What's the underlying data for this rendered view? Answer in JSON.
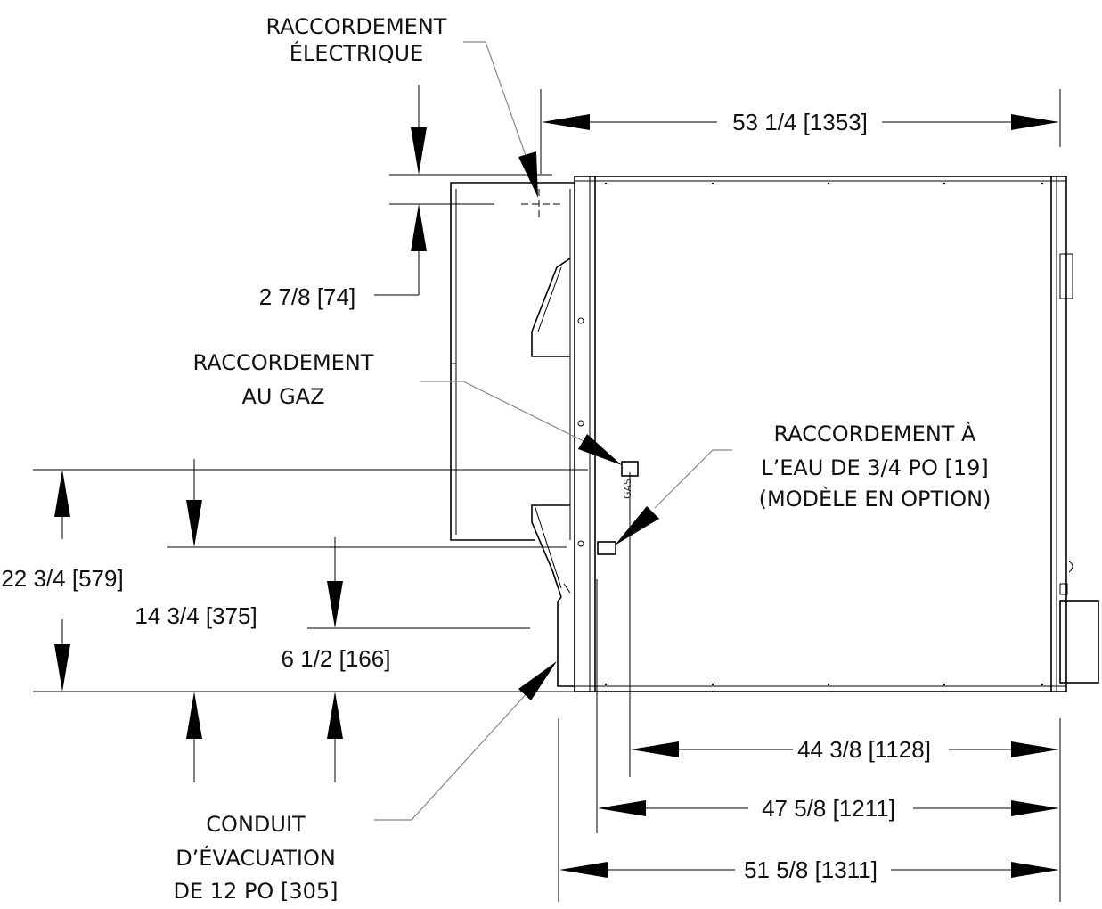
{
  "labels": {
    "electrical": [
      "RACCORDEMENT",
      "ÉLECTRIQUE"
    ],
    "gas": [
      "RACCORDEMENT",
      "AU GAZ"
    ],
    "water": [
      "RACCORDEMENT À",
      "L’EAU DE 3/4 PO [19]",
      "(MODÈLE EN OPTION)"
    ],
    "flue": [
      "CONDUIT",
      "D’ÉVACUATION",
      "DE 12 PO [305]"
    ],
    "gas_marking": "GAS"
  },
  "dimensions": {
    "overall_top": "53 1/4 [1353]",
    "electrical_offset": "2 7/8 [74]",
    "height_22": "22 3/4 [579]",
    "height_14": "14 3/4 [375]",
    "height_6": "6 1/2 [166]",
    "bottom_44": "44 3/8 [1128]",
    "bottom_47": "47 5/8 [1211]",
    "bottom_51": "51 5/8 [1311]"
  }
}
